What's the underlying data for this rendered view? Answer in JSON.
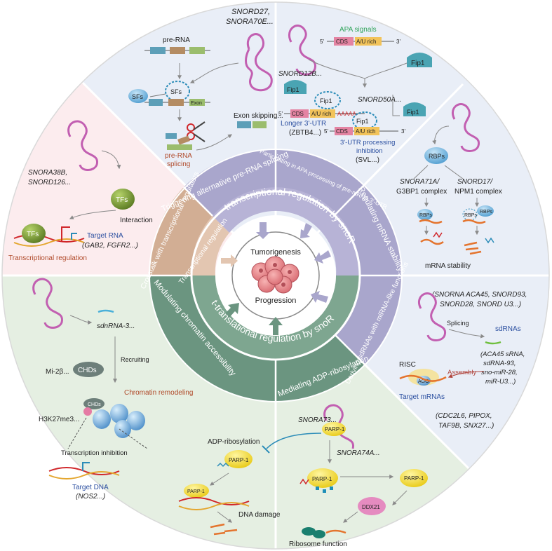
{
  "core": {
    "line1": "Tumorigenesis",
    "line2": "Progression"
  },
  "rings": {
    "post_transcriptional": "Post-transcriptional regulation by snoRNAs",
    "post_translational": "Post-translational regulation by snoRNAs",
    "transcriptional": "Transcriptional regulation"
  },
  "sectors": {
    "splicing": "Triggering alternative pre-RNA splicing",
    "apa": "Participating in APA processing of pre-mRNA 3'-UTR",
    "stability": "Regulating mRNA stability",
    "sdrna": "Deriving sdRNAs with miRNA-like functions",
    "adp": "Mediating ADP-ribosylation",
    "chromatin": "Modulating chromatin accessibility",
    "crosstalk": "Crosstalk with transcriptional regulators"
  },
  "panel_splicing": {
    "snord": "SNORD27,",
    "snord2": "SNORA70E...",
    "pre_rna": "pre-RNA",
    "sfs": "SFs",
    "sfs2": "SFs",
    "exon": "Exon",
    "exon_skipping": "Exon skipping...",
    "pre_rna_splicing1": "pre-RNA",
    "pre_rna_splicing2": "splicing"
  },
  "panel_apa": {
    "apa_signals": "APA signals",
    "five": "5'",
    "three": "3'",
    "cds": "CDS",
    "au": "A/U rich",
    "fip1": "Fip1",
    "snord12b": "SNORD12B...",
    "snord50a": "SNORD50A...",
    "polyA": "AAAAA",
    "longer": "Longer 3'-UTR",
    "zbtb4": "(ZBTB4...)",
    "inhibition1": "3'-UTR processing",
    "inhibition2": "inhibition",
    "svl": "(SVL...)"
  },
  "panel_stability": {
    "rbps": "RBPs",
    "snora71a": "SNORA71A/",
    "g3bp1": "G3BP1 complex",
    "snord17": "SNORD17/",
    "npm1": "NPM1 complex",
    "mrna_stability": "mRNA stability"
  },
  "panel_sdrna": {
    "snorna_list1": "(SNORNA ACA45, SNORD93,",
    "snorna_list2": "SNORD28, SNORD U3...)",
    "splicing": "Splicing",
    "sdrnas": "sdRNAs",
    "sd_list1": "(ACA45 sRNA,",
    "sd_list2": "sdRNA-93,",
    "sd_list3": "sno-miR-28,",
    "sd_list4": "miR-U3...)",
    "risc": "RISC",
    "assembly": "Assembly",
    "ago": "AGO",
    "target_mrnas": "Target mRNAs",
    "targets1": "(CDC2L6, PIPOX,",
    "targets2": "TAF9B, SNX27...)"
  },
  "panel_adp": {
    "parp1": "PARP-1",
    "snora73": "SNORA73...",
    "snora74a": "SNORA74A...",
    "adp_ribosylation": "ADP-ribosylation",
    "dna_damage": "DNA damage",
    "ddx21": "DDX21",
    "ribosome": "Ribosome function"
  },
  "panel_chromatin": {
    "sdnrna3": "sdnRNA-3...",
    "recruiting": "Recruiting",
    "mi2b": "Mi-2β...",
    "chds": "CHDs",
    "chromatin_remodeling": "Chromatin remodeling",
    "h3k27": "H3K27me3...",
    "transcription_inhibition": "Transcription inhibition",
    "target_dna": "Target DNA",
    "nos2": "(NOS2...)"
  },
  "panel_crosstalk": {
    "snora38b": "SNORA38B,",
    "snord126": "SNORD126...",
    "tfs": "TFs",
    "interaction": "Interaction",
    "target_rna": "Target RNA",
    "targets": "(GAB2, FGFR2...)",
    "transcriptional_regulation": "Transcriptional regulation"
  },
  "colors": {
    "purple_ring": "#a9a6cc",
    "green_ring": "#6b9580",
    "tan_ring": "#d2ae94",
    "blue_panel": "#e9eef7",
    "green_panel": "#e5efe2",
    "pink_panel": "#fcecee",
    "snorna": "#c25fb1",
    "parp": "#f5e23a"
  }
}
